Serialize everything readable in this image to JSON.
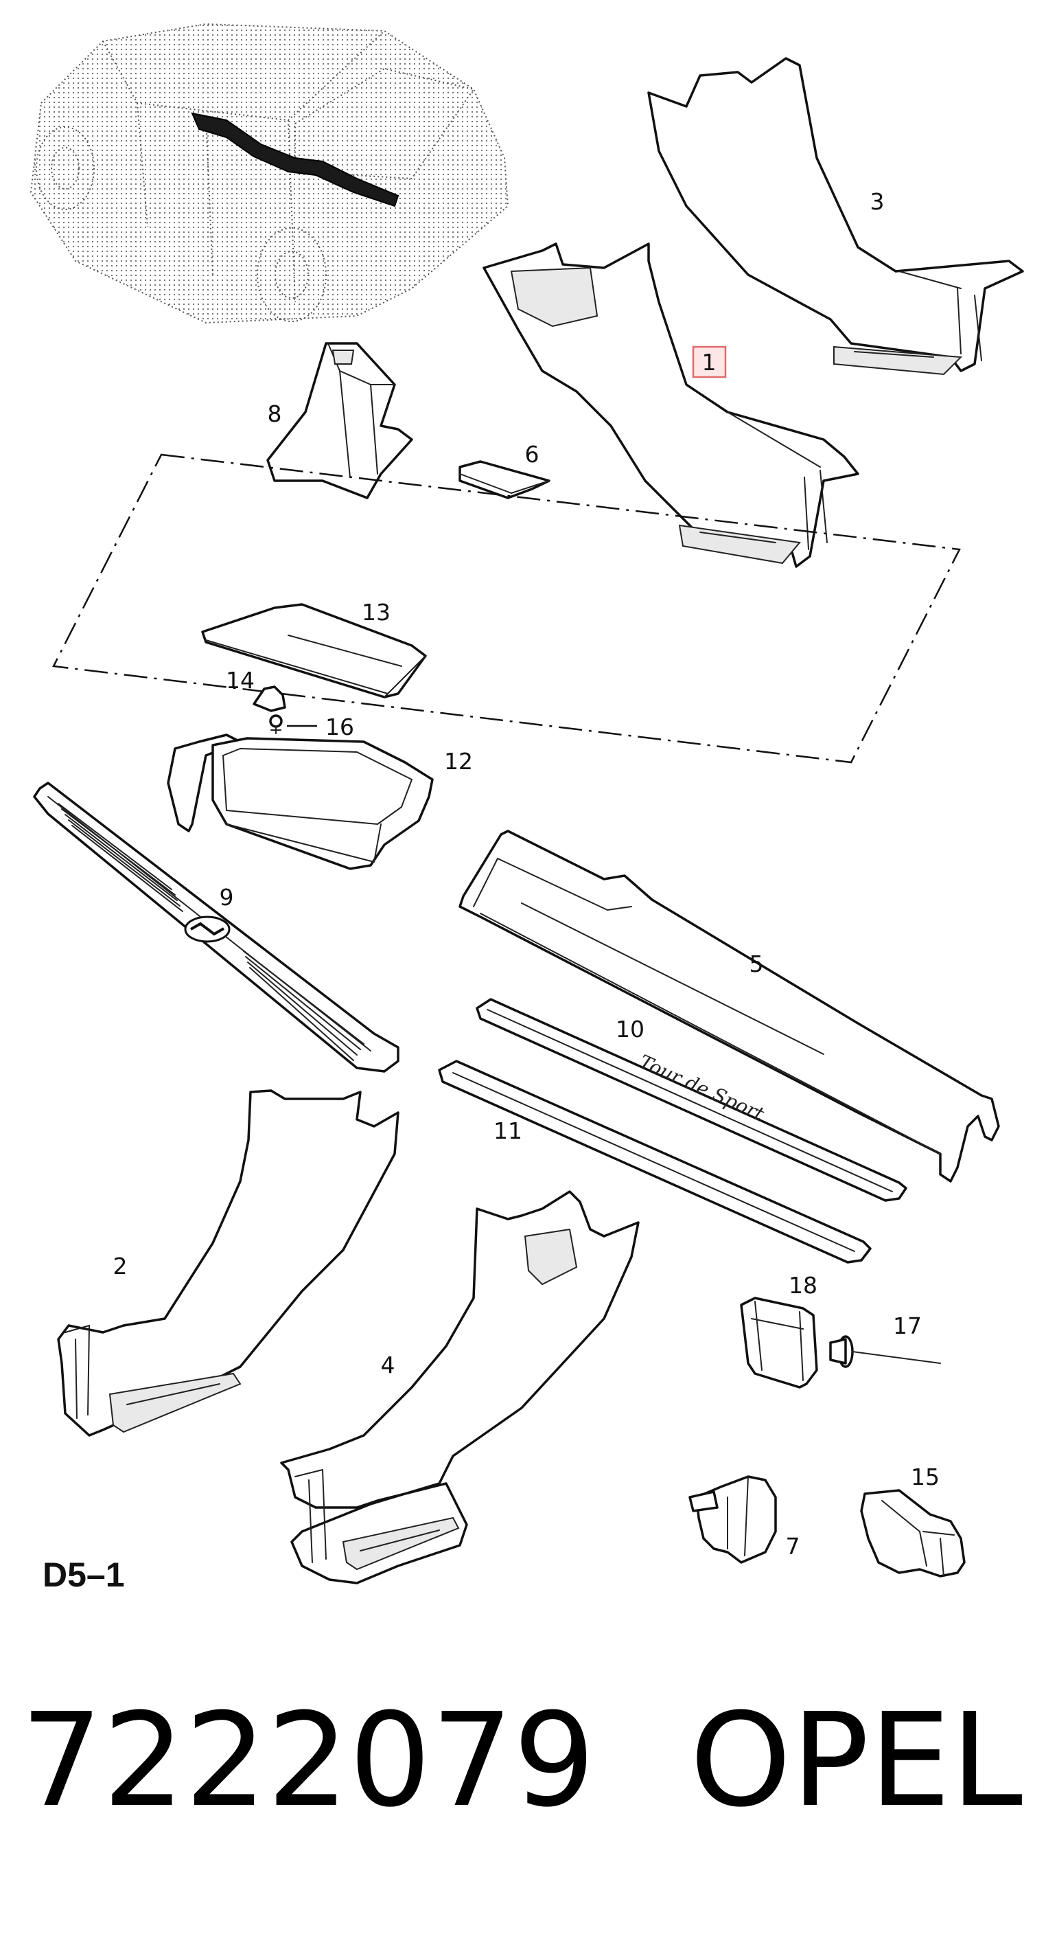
{
  "diagram": {
    "section_code": "D5–1",
    "highlighted_callout": "1",
    "callouts": [
      {
        "id": "1",
        "part": "front-left-pillar-trim"
      },
      {
        "id": "2",
        "part": "front-right-pillar-trim"
      },
      {
        "id": "3",
        "part": "rear-pillar-trim-upper"
      },
      {
        "id": "4",
        "part": "rear-pillar-trim-lower"
      },
      {
        "id": "5",
        "part": "door-sill-trim"
      },
      {
        "id": "6",
        "part": "cover-cap"
      },
      {
        "id": "7",
        "part": "clip"
      },
      {
        "id": "8",
        "part": "bracket"
      },
      {
        "id": "9",
        "part": "sill-plate-with-logo"
      },
      {
        "id": "10",
        "part": "sill-scuff-plate-script"
      },
      {
        "id": "11",
        "part": "sill-scuff-plate"
      },
      {
        "id": "12",
        "part": "storage-tray"
      },
      {
        "id": "13",
        "part": "tray-lid"
      },
      {
        "id": "14",
        "part": "cap"
      },
      {
        "id": "15",
        "part": "retaining-clip"
      },
      {
        "id": "16",
        "part": "screw"
      },
      {
        "id": "17",
        "part": "rivet"
      },
      {
        "id": "18",
        "part": "spring-clip"
      }
    ],
    "plate_script_text": "Tour de Sport",
    "highlight_color": "#fde6e6",
    "highlight_border_color": "#e06b6b"
  },
  "caption": {
    "part_number": "7222079",
    "brand": "OPEL"
  }
}
